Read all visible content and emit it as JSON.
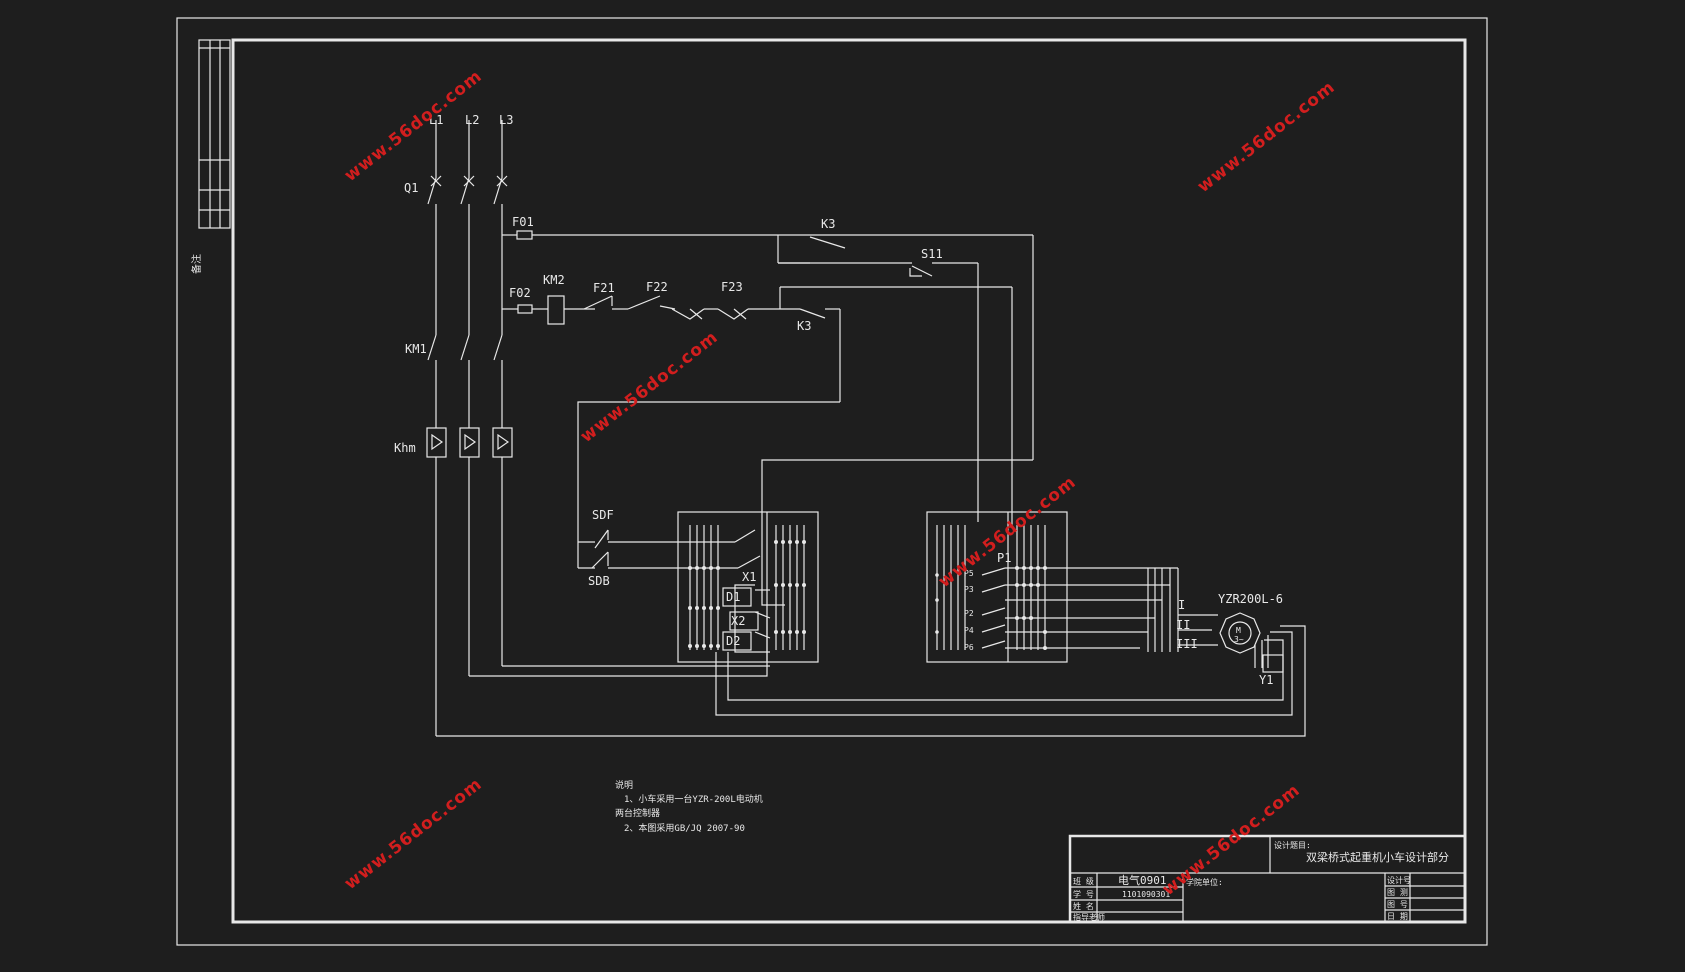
{
  "colors": {
    "background": "#1e1e1e",
    "line": "#e8e8e8",
    "watermark": "#d21e1e"
  },
  "labels": {
    "l1": "L1",
    "l2": "L2",
    "l3": "L3",
    "q1": "Q1",
    "km1": "KM1",
    "khm": "Khm",
    "f01": "F01",
    "f02": "F02",
    "km2": "KM2",
    "f21": "F21",
    "f22": "F22",
    "f23": "F23",
    "k3_top": "K3",
    "k3_mid": "K3",
    "s11": "S11",
    "sdf": "SDF",
    "sdb": "SDB",
    "x1": "X1",
    "x2": "X2",
    "d1": "D1",
    "d2": "D2",
    "p1": "P1",
    "p5": "P5",
    "p3": "P3",
    "p2": "P2",
    "p4": "P4",
    "p6": "P6",
    "motor": "YZR200L-6",
    "phase1": "I",
    "phase2": "II",
    "phase3": "III",
    "motor_symbol": "M",
    "motor_symbol_sub": "3~",
    "y1": "Y1"
  },
  "notes": {
    "title": "说明",
    "line1": "1、小车采用一台YZR-200L电动机",
    "line2": "两台控制器",
    "line3": "2、本图采用GB/JQ 2007-90"
  },
  "side_label": "备注",
  "title_block": {
    "project_label": "设计题目:",
    "project_title": "双梁桥式起重机小车设计部分",
    "school_label": "学院单位:",
    "rows": [
      {
        "label": "班 级",
        "value": "电气0901"
      },
      {
        "label": "学 号",
        "value": "1101090301"
      },
      {
        "label": "姓 名",
        "value": ""
      },
      {
        "label": "指导老师",
        "value": ""
      }
    ],
    "right_rows": [
      "设计号",
      "图 测",
      "图 号",
      "日 期"
    ]
  },
  "watermark": "www.56doc.com"
}
